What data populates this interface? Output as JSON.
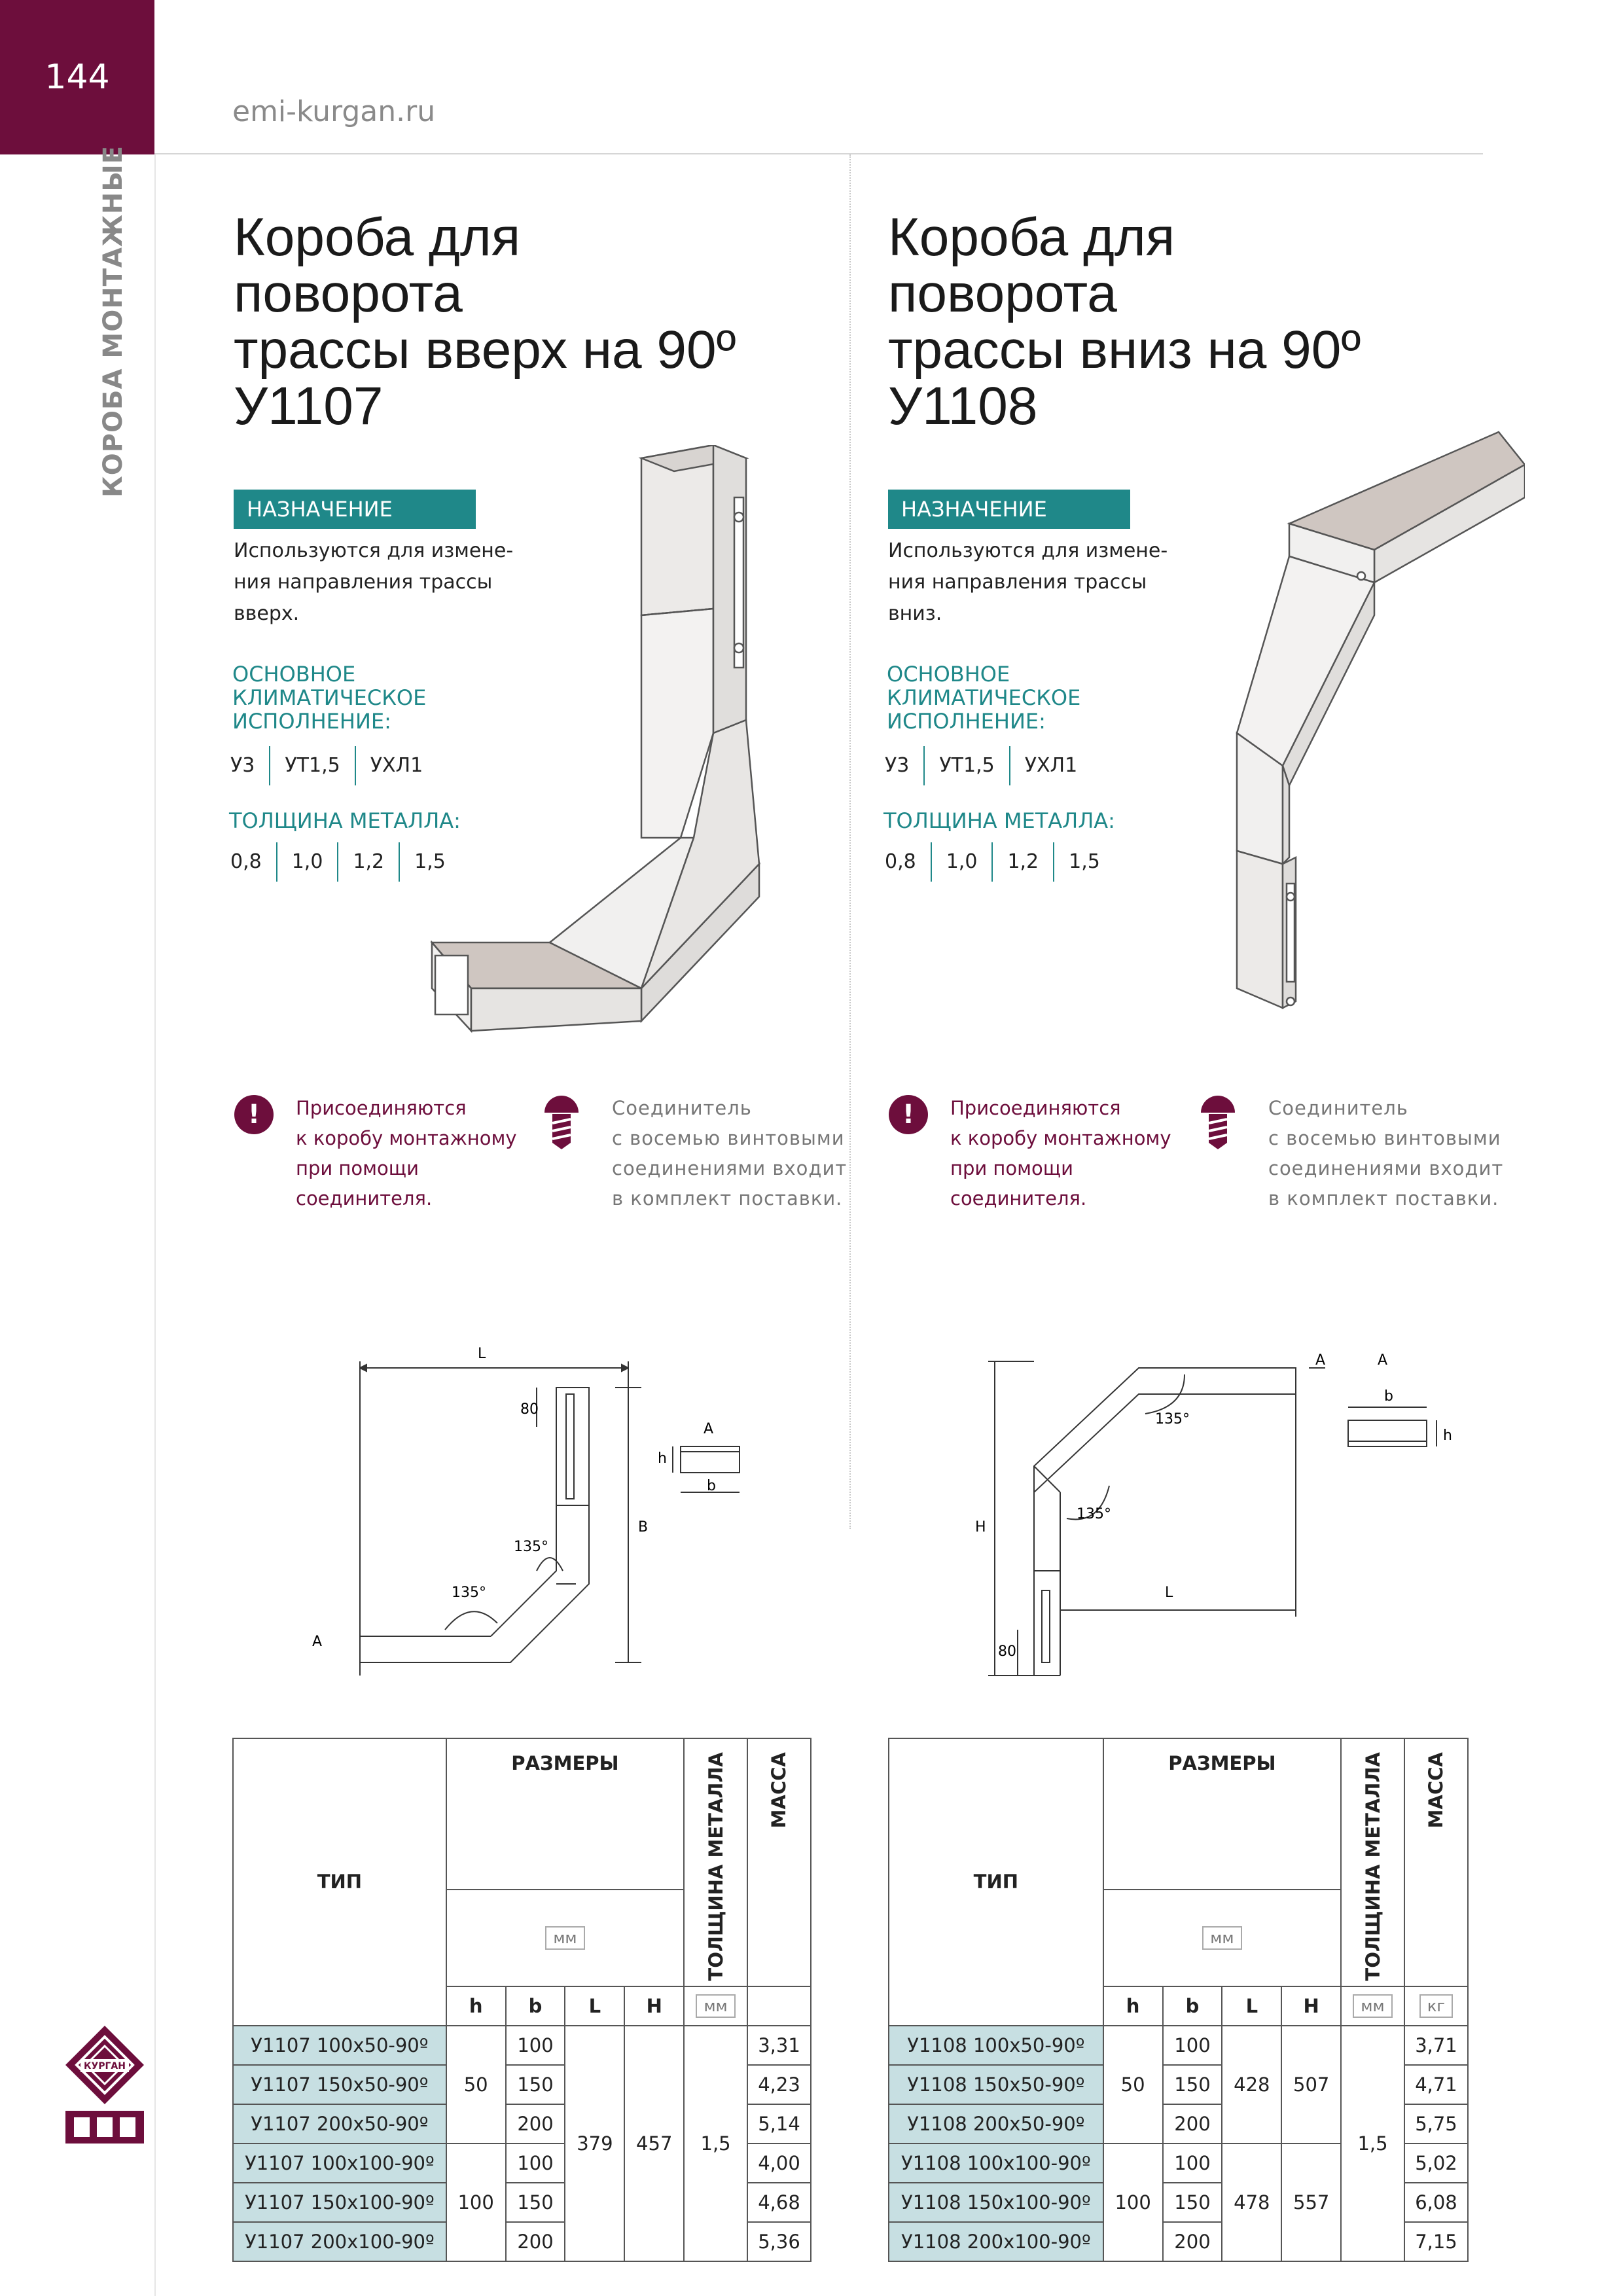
{
  "page_number": "144",
  "site": "emi-kurgan.ru",
  "side_label": "КОРОБА МОНТАЖНЫЕ",
  "logo_text": "КУРГАН",
  "left": {
    "title": [
      "Короба для поворота",
      "трассы вверх на 90º",
      "У1107"
    ],
    "purpose_badge": "НАЗНАЧЕНИЕ",
    "purpose_text": [
      "Используются для измене-",
      "ния направления трассы",
      "вверх."
    ],
    "climate_head": [
      "ОСНОВНОЕ",
      "КЛИМАТИЧЕСКОЕ",
      "ИСПОЛНЕНИЕ:"
    ],
    "climate_values": [
      "У3",
      "УТ1,5",
      "УХЛ1"
    ],
    "thickness_head": "ТОЛЩИНА МЕТАЛЛА:",
    "thickness_values": [
      "0,8",
      "1,0",
      "1,2",
      "1,5"
    ],
    "note1": [
      "Присоединяются",
      "к коробу монтажному",
      "при помощи",
      "соединителя."
    ],
    "note2": [
      "Соединитель",
      "с восемью винтовыми",
      "соединениями входит",
      "в комплект поставки."
    ],
    "drawing": {
      "L": "L",
      "B": "B",
      "dim80": "80",
      "angle1": "135°",
      "angle2": "135°",
      "A1": "A",
      "A2": "A",
      "h": "h",
      "b": "b"
    },
    "table": {
      "h_type": "ТИП",
      "h_sizes": "РАЗМЕРЫ",
      "h_mm": "мм",
      "h_thick": "ТОЛЩИНА МЕТАЛЛА",
      "h_mass": "МАССА",
      "h_thick_unit": "мм",
      "h_mass_unit": "",
      "cols": [
        "h",
        "b",
        "L",
        "H"
      ],
      "types": [
        "У1107 100x50-90º",
        "У1107 150x50-90º",
        "У1107 200x50-90º",
        "У1107 100x100-90º",
        "У1107 150x100-90º",
        "У1107 200x100-90º"
      ],
      "h_vals": [
        "50",
        "100"
      ],
      "b_vals": [
        "100",
        "150",
        "200",
        "100",
        "150",
        "200"
      ],
      "L": "379",
      "H": "457",
      "thick": "1,5",
      "mass": [
        "3,31",
        "4,23",
        "5,14",
        "4,00",
        "4,68",
        "5,36"
      ]
    }
  },
  "right": {
    "title": [
      "Короба для поворота",
      "трассы вниз на 90º",
      "У1108"
    ],
    "purpose_badge": "НАЗНАЧЕНИЕ",
    "purpose_text": [
      "Используются для измене-",
      "ния направления трассы",
      "вниз."
    ],
    "climate_head": [
      "ОСНОВНОЕ",
      "КЛИМАТИЧЕСКОЕ",
      "ИСПОЛНЕНИЕ:"
    ],
    "climate_values": [
      "У3",
      "УТ1,5",
      "УХЛ1"
    ],
    "thickness_head": "ТОЛЩИНА МЕТАЛЛА:",
    "thickness_values": [
      "0,8",
      "1,0",
      "1,2",
      "1,5"
    ],
    "note1": [
      "Присоединяются",
      "к коробу монтажному",
      "при помощи",
      "соединителя."
    ],
    "note2": [
      "Соединитель",
      "с восемью винтовыми",
      "соединениями входит",
      "в комплект поставки."
    ],
    "drawing": {
      "L": "L",
      "H": "H",
      "dim80": "80",
      "angle1": "135°",
      "angle2": "135°",
      "A1": "A",
      "A2": "A",
      "h": "h",
      "b": "b"
    },
    "table": {
      "h_type": "ТИП",
      "h_sizes": "РАЗМЕРЫ",
      "h_mm": "мм",
      "h_thick": "ТОЛЩИНА МЕТАЛЛА",
      "h_mass": "МАССА",
      "h_thick_unit": "мм",
      "h_mass_unit": "кг",
      "cols": [
        "h",
        "b",
        "L",
        "H"
      ],
      "types": [
        "У1108 100x50-90º",
        "У1108 150x50-90º",
        "У1108 200x50-90º",
        "У1108 100x100-90º",
        "У1108 150x100-90º",
        "У1108 200x100-90º"
      ],
      "h_vals": [
        "50",
        "100"
      ],
      "b_vals": [
        "100",
        "150",
        "200",
        "100",
        "150",
        "200"
      ],
      "L_vals": [
        "428",
        "478"
      ],
      "H_vals": [
        "507",
        "557"
      ],
      "thick": "1,5",
      "mass": [
        "3,71",
        "4,71",
        "5,75",
        "5,02",
        "6,08",
        "7,15"
      ]
    }
  }
}
